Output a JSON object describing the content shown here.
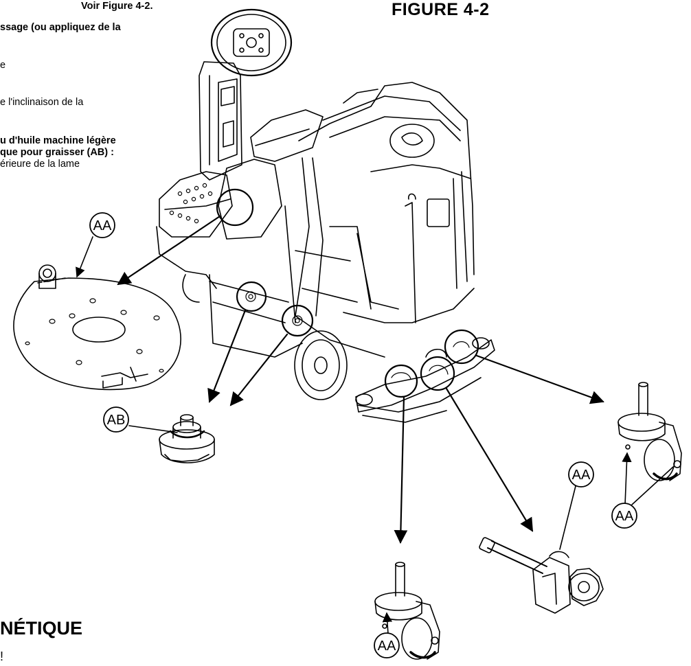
{
  "text_column": {
    "lines": [
      {
        "text": "Voir Figure 4-2.",
        "bold": true
      },
      {
        "text": "ssage (ou appliquez de la",
        "bold": true
      },
      {
        "text": "e",
        "bold": false
      },
      {
        "text": "e l'inclinaison de la",
        "bold": false
      },
      {
        "text": "u d'huile machine légère",
        "bold": true
      },
      {
        "text": "que pour graisser (AB) :",
        "bold": true
      },
      {
        "text": "érieure de la lame",
        "bold": false
      }
    ]
  },
  "figure": {
    "title": "FIGURE 4-2",
    "callouts": [
      "AA",
      "AB",
      "AA",
      "AA",
      "AA"
    ]
  },
  "section": {
    "heading": "NÉTIQUE",
    "trailing_mark": "!"
  },
  "colors": {
    "ink": "#000000",
    "paper": "#ffffff"
  }
}
